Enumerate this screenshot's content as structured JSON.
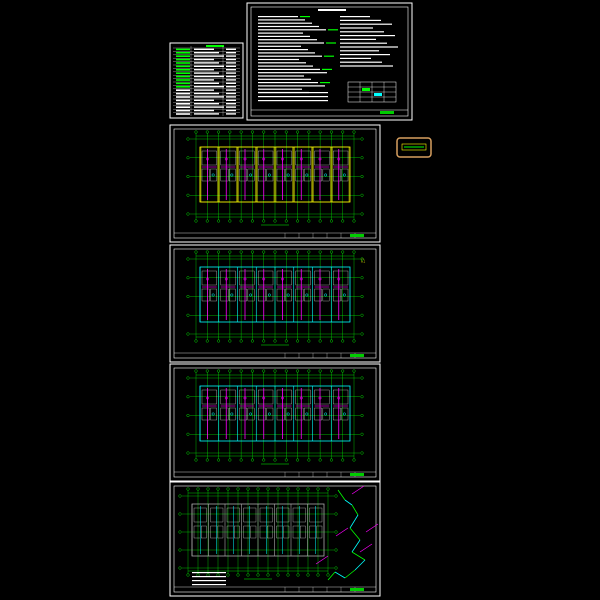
{
  "drawing": {
    "title": "",
    "colors": {
      "background": "#000000",
      "frame": "#ffffff",
      "grid": "#00ff00",
      "wall": "#ffff00",
      "pipe": "#ff00ff",
      "cyan": "#00ffff",
      "legend_stamp": "#d8a060",
      "stamp_fill": "#00cc00"
    },
    "sheets": [
      {
        "name": "index-table-sheet"
      },
      {
        "name": "design-notes-sheet"
      },
      {
        "name": "floor-plan-1"
      },
      {
        "name": "floor-plan-2"
      },
      {
        "name": "floor-plan-3"
      },
      {
        "name": "floor-plan-4-with-detail"
      }
    ],
    "stamp_icon": "legend-stamp-icon"
  }
}
